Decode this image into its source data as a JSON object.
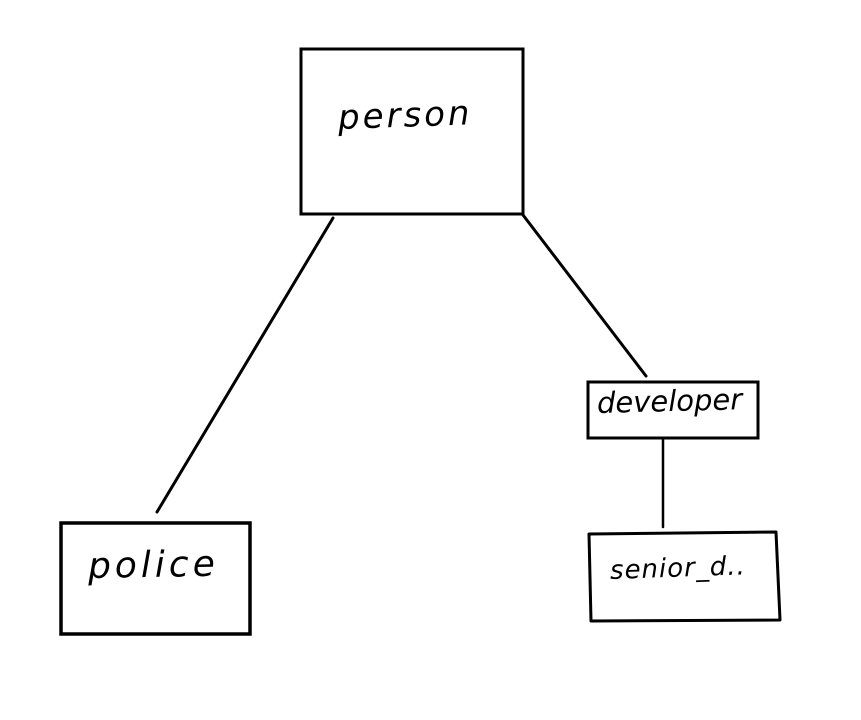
{
  "canvas": {
    "background_color": "#ffffff",
    "ink_color": "#000000",
    "style": "hand-drawn-sketch"
  },
  "diagram": {
    "type": "tree",
    "nodes": [
      {
        "id": "person",
        "label": "person"
      },
      {
        "id": "police",
        "label": "police"
      },
      {
        "id": "developer",
        "label": "developer"
      },
      {
        "id": "senior_d",
        "label": "senior_d.."
      }
    ],
    "edges": [
      {
        "from": "person",
        "to": "police"
      },
      {
        "from": "person",
        "to": "developer"
      },
      {
        "from": "developer",
        "to": "senior_d"
      }
    ]
  }
}
